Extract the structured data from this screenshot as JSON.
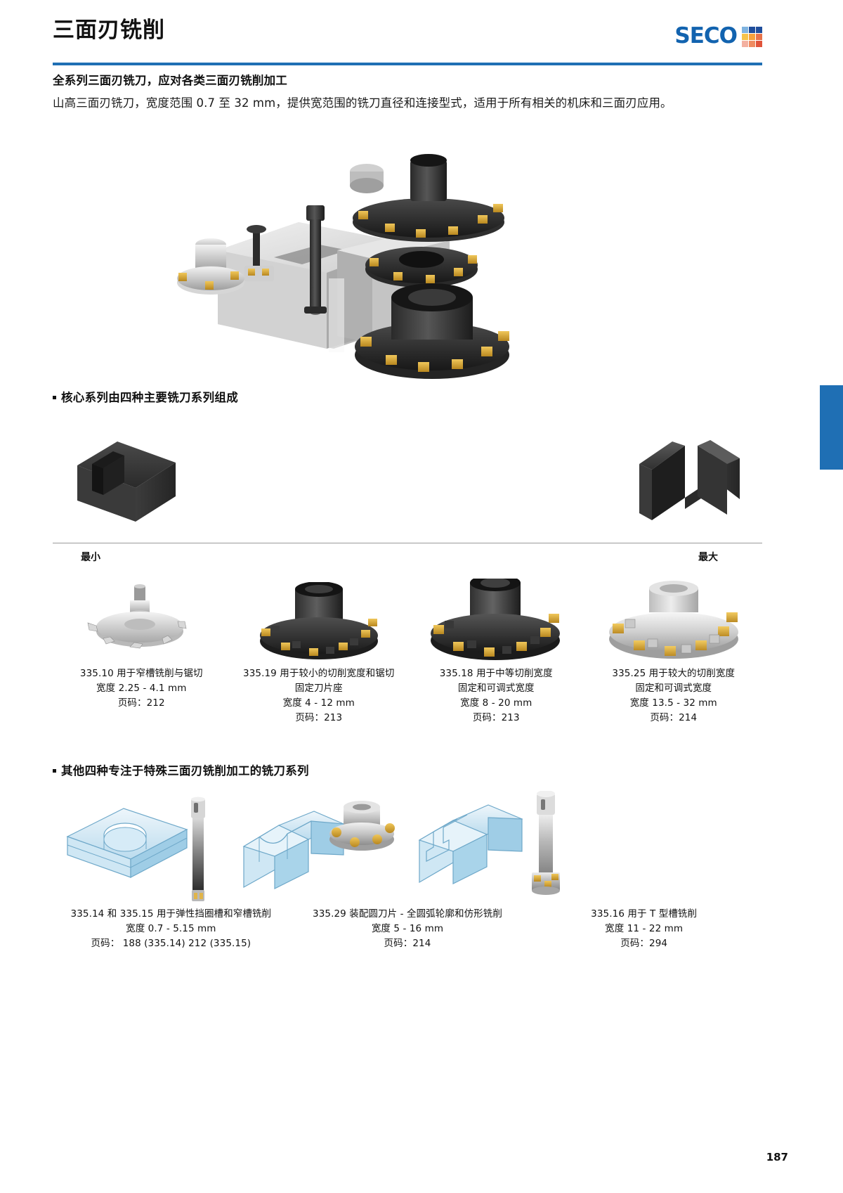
{
  "header": {
    "title": "三面刃铣削",
    "logo_word": "SECO",
    "logo_mark_colors": [
      "#7fb3e0",
      "#1f4e9c",
      "#1f4e9c",
      "#f6c34b",
      "#f6a13c",
      "#e8734a",
      "#f3b0a0",
      "#ef8b60",
      "#e0533a"
    ],
    "accent_color": "#1f6fb4"
  },
  "intro": {
    "lead": "全系列三面刃铣刀，应对各类三面刃铣削加工",
    "body": "山高三面刃铣刀，宽度范围 0.7 至 32 mm，提供宽范围的铣刀直径和连接型式，适用于所有相关的机床和三面刃应用。"
  },
  "sections": {
    "core_heading": "核心系列由四种主要铣刀系列组成",
    "extra_heading": "其他四种专注于特殊三面刃铣削加工的铣刀系列"
  },
  "range_band": {
    "min_label": "最小",
    "max_label": "最大"
  },
  "core_products": [
    {
      "title": "335.10 用于窄槽铣削与锯切",
      "lines": [
        "宽度 2.25 - 4.1 mm",
        "页码：212"
      ]
    },
    {
      "title": "335.19 用于较小的切削宽度和锯切",
      "lines": [
        "固定刀片座",
        "宽度 4 - 12 mm",
        "页码：213"
      ]
    },
    {
      "title": "335.18 用于中等切削宽度",
      "lines": [
        "固定和可调式宽度",
        "宽度 8 - 20 mm",
        "页码：213"
      ]
    },
    {
      "title": "335.25 用于较大的切削宽度",
      "lines": [
        "固定和可调式宽度",
        "宽度 13.5 - 32 mm",
        "页码：214"
      ]
    }
  ],
  "extra_products": [
    {
      "title": "335.14 和 335.15 用于弹性挡圈槽和窄槽铣削",
      "lines": [
        "宽度 0.7 - 5.15 mm",
        "页码： 188 (335.14) 212 (335.15)"
      ]
    },
    {
      "title": "335.29 装配圆刀片 - 全圆弧轮廓和仿形铣削",
      "lines": [
        "宽度 5 - 16 mm",
        "页码：214"
      ]
    },
    {
      "title": "335.16 用于 T 型槽铣削",
      "lines": [
        "宽度 11 - 22 mm",
        "页码：294"
      ]
    }
  ],
  "footer": {
    "page_number": "187"
  }
}
